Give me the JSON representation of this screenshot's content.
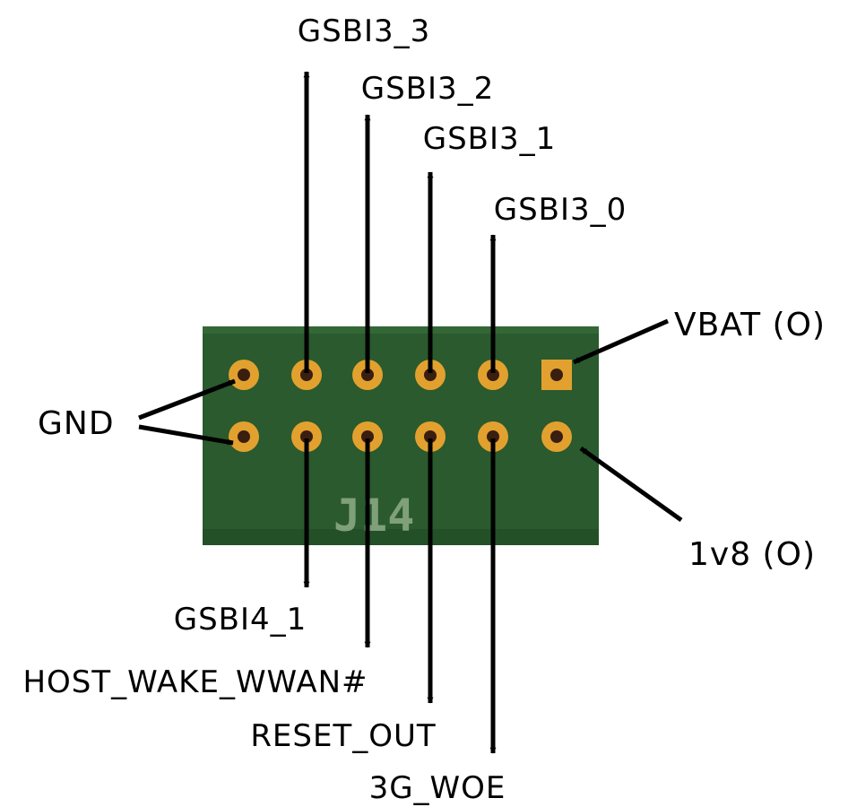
{
  "connector": {
    "silkscreen": "J14",
    "board_color": "#2a5a2e",
    "pad_ring_color": "#e2a12e",
    "pad_hole_color": "#3a1e10"
  },
  "labels": {
    "gsbi3_3": "GSBI3_3",
    "gsbi3_2": "GSBI3_2",
    "gsbi3_1": "GSBI3_1",
    "gsbi3_0": "GSBI3_0",
    "vbat": "VBAT (O)",
    "gnd": "GND",
    "v1v8": "1v8 (O)",
    "gsbi4_1": "GSBI4_1",
    "host_wake": "HOST_WAKE_WWAN#",
    "reset_out": "RESET_OUT",
    "woe_3g": "3G_WOE"
  }
}
